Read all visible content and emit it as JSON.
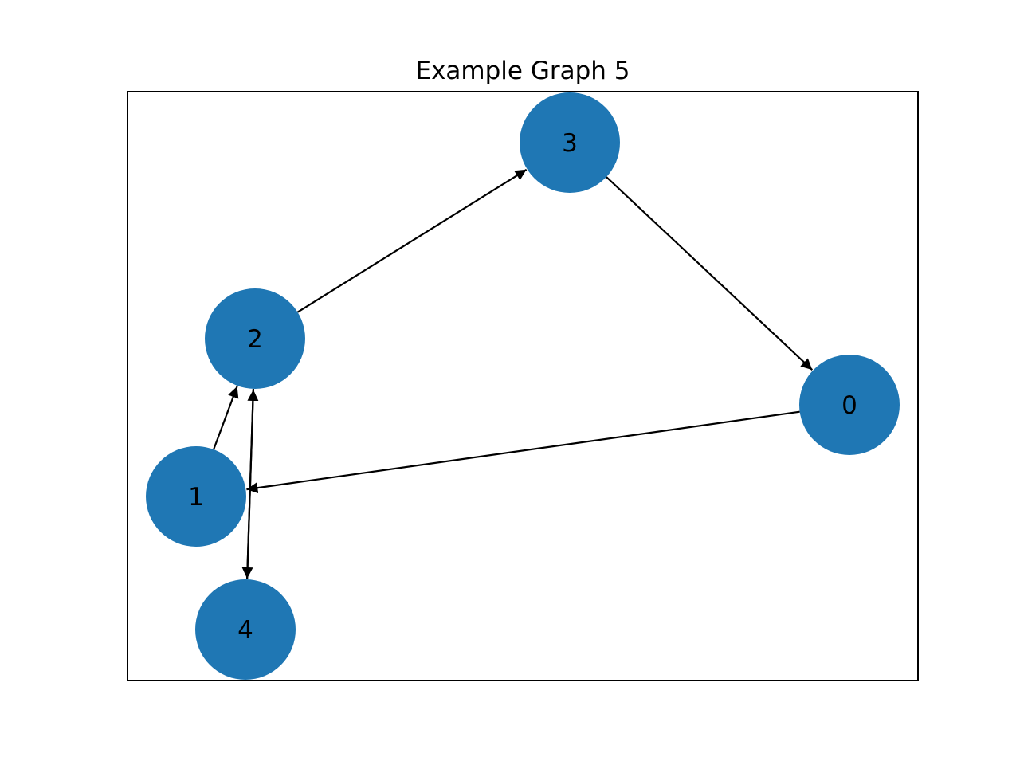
{
  "diagram": {
    "title": "Example Graph 5",
    "node_color": "#1f77b4",
    "edge_color": "#000000",
    "nodes": [
      {
        "id": "0",
        "label": "0"
      },
      {
        "id": "1",
        "label": "1"
      },
      {
        "id": "2",
        "label": "2"
      },
      {
        "id": "3",
        "label": "3"
      },
      {
        "id": "4",
        "label": "4"
      }
    ],
    "edges": [
      {
        "from": "0",
        "to": "1"
      },
      {
        "from": "1",
        "to": "2"
      },
      {
        "from": "2",
        "to": "3"
      },
      {
        "from": "2",
        "to": "4"
      },
      {
        "from": "3",
        "to": "0"
      },
      {
        "from": "4",
        "to": "2"
      }
    ]
  }
}
